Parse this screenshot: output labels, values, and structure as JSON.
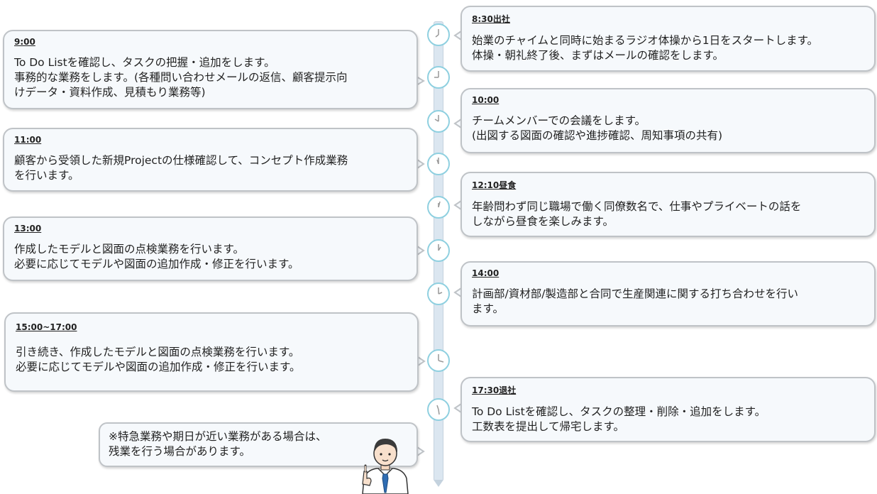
{
  "entries": [
    {
      "time": "8:30出社",
      "lines": [
        "始業のチャイムと同時に始まるラジオ体操から1日をスタートします。",
        "体操・朝礼終了後、まずはメールの確認をします。"
      ]
    },
    {
      "time": "9:00",
      "lines": [
        "To Do Listを確認し、タスクの把握・追加をします。",
        "事務的な業務をします。(各種問い合わせメールの返信、顧客提示向",
        "けデータ・資料作成、見積もり業務等)"
      ]
    },
    {
      "time": "10:00",
      "lines": [
        "チームメンバーでの会議をします。",
        "(出図する図面の確認や進捗確認、周知事項の共有)"
      ]
    },
    {
      "time": "11:00",
      "lines": [
        "顧客から受領した新規Projectの仕様確認して、コンセプト作成業務",
        "を行います。"
      ]
    },
    {
      "time": "12:10昼食",
      "lines": [
        "年齢問わず同じ職場で働く同僚数名で、仕事やプライベートの話を",
        "しながら昼食を楽しみます。"
      ]
    },
    {
      "time": "13:00",
      "lines": [
        "作成したモデルと図面の点検業務を行います。",
        "必要に応じてモデルや図面の追加作成・修正を行います。"
      ]
    },
    {
      "time": "14:00",
      "lines": [
        "計画部/資材部/製造部と合同で生産関連に関する打ち合わせを行い",
        "ます。"
      ]
    },
    {
      "time": "15:00~17:00",
      "lines": [
        "引き続き、作成したモデルと図面の点検業務を行います。",
        "必要に応じてモデルや図面の追加作成・修正を行います。"
      ]
    },
    {
      "time": "17:30退社",
      "lines": [
        "To Do Listを確認し、タスクの整理・削除・追加をします。",
        "工数表を提出して帰宅します。"
      ]
    }
  ],
  "note": {
    "lines": [
      "※特急業務や期日が近い業務がある場合は、",
      "残業を行う場合があります。"
    ]
  },
  "colors": {
    "bubble_fill": "#f6f9fc",
    "bubble_border": "#bfc3c7",
    "timeline": "#dbe6f0",
    "clock_ring": "#8fd0e0",
    "tie": "#2f6db3"
  },
  "icons": {
    "clock": "clock-icon",
    "person": "pointing-businessman-illustration"
  }
}
